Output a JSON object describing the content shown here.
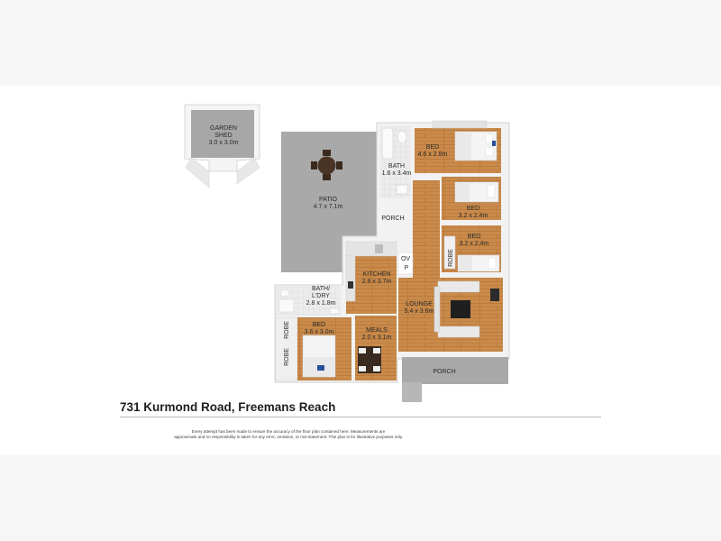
{
  "title": "731 Kurmond Road, Freemans Reach",
  "disclaimer_line1": "Every attempt has been made to ensure the accuracy of the floor plan contained here. Measurements are",
  "disclaimer_line2": "approximate and no responsibility is taken for any error, omission, or mis-statement. This plan is for illustrative purposes only.",
  "rooms": {
    "garden_shed": {
      "name_line1": "GARDEN",
      "name_line2": "SHED",
      "dims": "3.0 x 3.0m"
    },
    "patio": {
      "name": "PATIO",
      "dims": "4.7 x 7.1m"
    },
    "bath_main": {
      "name": "BATH",
      "dims": "1.6 x 3.4m"
    },
    "bed_master": {
      "name": "BED",
      "dims": "4.6 x 2.8m"
    },
    "bed_2": {
      "name": "BED",
      "dims": "3.2 x 2.4m"
    },
    "bed_3": {
      "name": "BED",
      "dims": "3.2 x 2.4m"
    },
    "porch_mid": {
      "name": "PORCH"
    },
    "kitchen": {
      "name": "KITCHEN",
      "dims": "2.9 x 3.7m"
    },
    "bath_laundry": {
      "name": "BATH/",
      "name_line2": "L'DRY",
      "dims": "2.8 x 1.8m"
    },
    "lounge": {
      "name": "LOUNGE",
      "dims": "5.4 x 3.6m"
    },
    "bed_4": {
      "name": "BED",
      "dims": "3.6 x 3.0m"
    },
    "meals": {
      "name": "MEALS",
      "dims": "2.0 x 3.1m"
    },
    "porch_front": {
      "name": "PORCH"
    }
  },
  "small_labels": {
    "oven": "OV",
    "pantry": "P",
    "robe_right": "ROBE",
    "robe_left_top": "ROBE",
    "robe_left_bottom": "ROBE"
  },
  "colors": {
    "floor_wood": "#c98a4a",
    "floor_wood_dark": "#b57636",
    "concrete": "#a9a9a9",
    "wall": "#f4f4f4",
    "tile": "#e6e6e6"
  }
}
